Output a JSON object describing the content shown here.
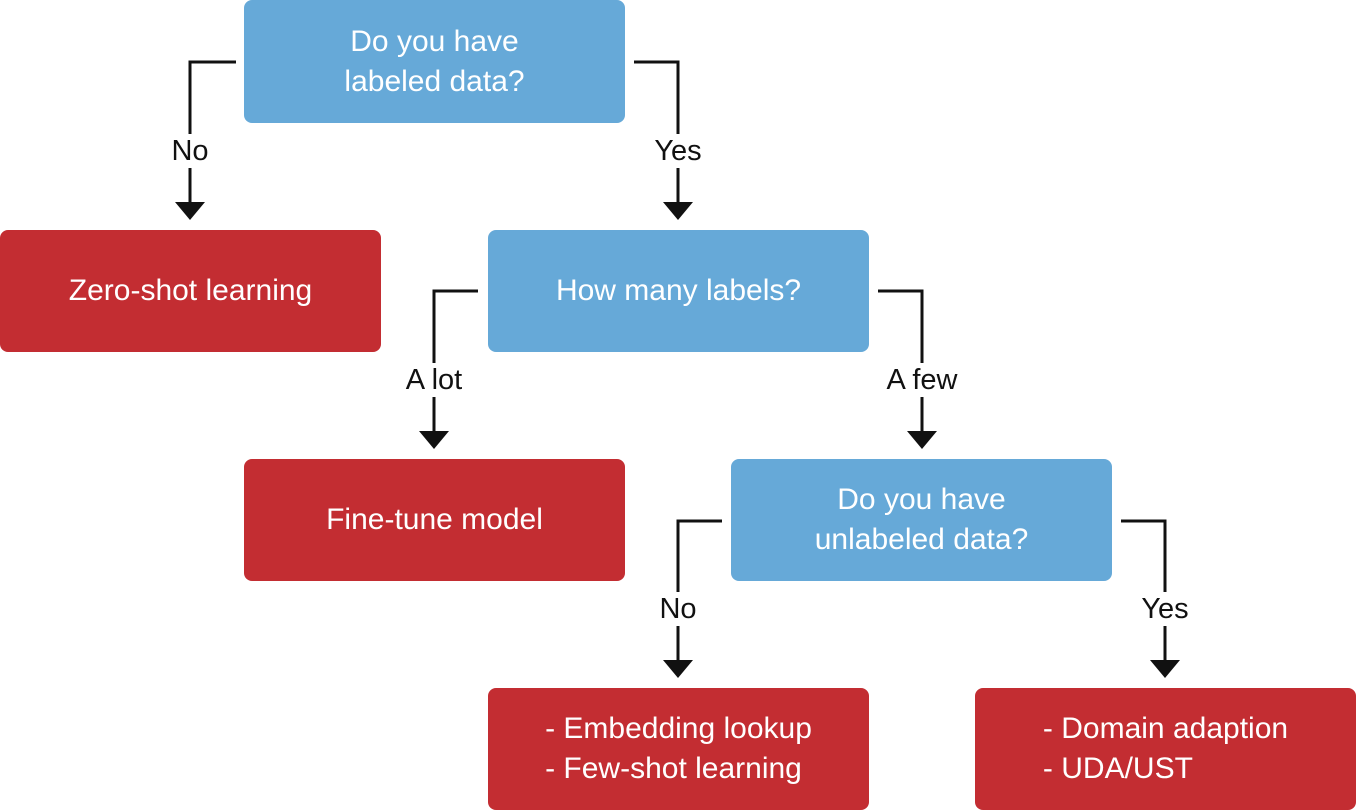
{
  "nodes": {
    "q_labeled": {
      "lines": [
        "Do you have",
        "labeled data?"
      ],
      "kind": "question"
    },
    "zero_shot": {
      "lines": [
        "Zero-shot learning"
      ],
      "kind": "outcome"
    },
    "q_how_many": {
      "lines": [
        "How many labels?"
      ],
      "kind": "question"
    },
    "fine_tune": {
      "lines": [
        "Fine-tune model"
      ],
      "kind": "outcome"
    },
    "q_unlabeled": {
      "lines": [
        "Do you have",
        "unlabeled data?"
      ],
      "kind": "question"
    },
    "few_label_methods": {
      "lines": [
        "- Embedding lookup",
        "- Few-shot learning"
      ],
      "kind": "outcome"
    },
    "unlabeled_methods": {
      "lines": [
        "- Domain adaption",
        "- UDA/UST"
      ],
      "kind": "outcome"
    }
  },
  "edges": {
    "labeled_no": {
      "label": "No",
      "from": "q_labeled",
      "to": "zero_shot"
    },
    "labeled_yes": {
      "label": "Yes",
      "from": "q_labeled",
      "to": "q_how_many"
    },
    "labels_a_lot": {
      "label": "A lot",
      "from": "q_how_many",
      "to": "fine_tune"
    },
    "labels_a_few": {
      "label": "A few",
      "from": "q_how_many",
      "to": "q_unlabeled"
    },
    "unlabeled_no": {
      "label": "No",
      "from": "q_unlabeled",
      "to": "few_label_methods"
    },
    "unlabeled_yes": {
      "label": "Yes",
      "from": "q_unlabeled",
      "to": "unlabeled_methods"
    }
  },
  "colors": {
    "question_fill": "#66a9d8",
    "outcome_fill": "#c32d32",
    "connector": "#111111"
  }
}
